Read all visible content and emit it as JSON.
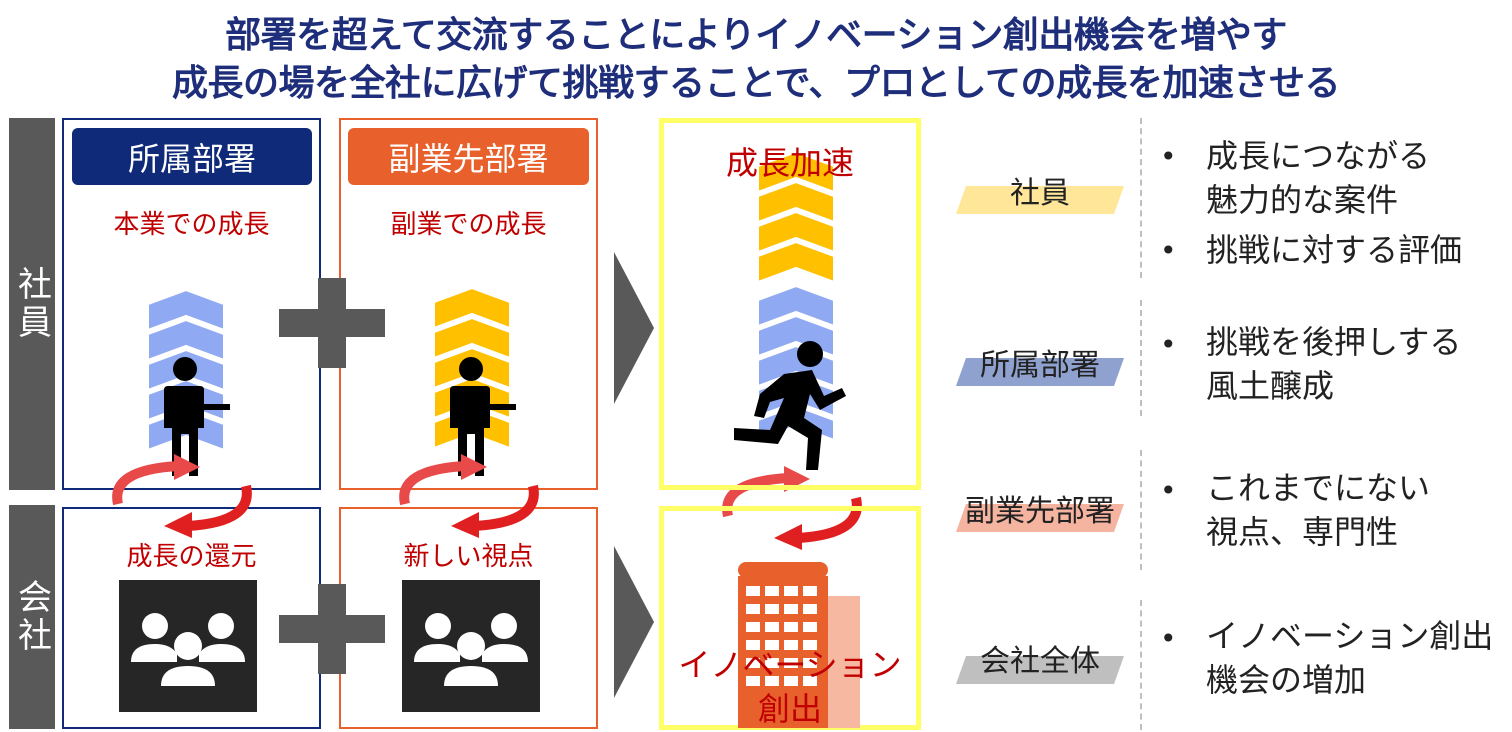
{
  "title": {
    "line1": "部署を超えて交流することによりイノベーション創出機会を増やす",
    "line2": "成長の場を全社に広げて挑戦することで、プロとしての成長を加速させる"
  },
  "rows": {
    "employee": "社員",
    "company": "会社"
  },
  "col_home": {
    "header": "所属部署",
    "growth": "本業での成長",
    "return": "成長の還元"
  },
  "col_side": {
    "header": "副業先部署",
    "growth": "副業での成長",
    "perspective": "新しい視点"
  },
  "result": {
    "growth": "成長加速",
    "innovation_line1": "イノベーション",
    "innovation_line2": "創出"
  },
  "benefits": [
    {
      "label": "社員",
      "color": "#FFE699",
      "items": [
        [
          "成長につながる",
          "魅力的な案件"
        ],
        [
          "挑戦に対する評価"
        ]
      ]
    },
    {
      "label": "所属部署",
      "color": "#8FA2CF",
      "items": [
        [
          "挑戦を後押しする",
          "風土醸成"
        ]
      ]
    },
    {
      "label": "副業先部署",
      "color": "#F4B4A0",
      "items": [
        [
          "これまでにない",
          "視点、専門性"
        ]
      ]
    },
    {
      "label": "会社全体",
      "color": "#BFBFBF",
      "items": [
        [
          "イノベーション創出",
          "機会の増加"
        ]
      ]
    }
  ],
  "colors": {
    "navy": "#0E2A78",
    "orange": "#E8602C",
    "title": "#1F2E7A",
    "red_text": "#C00000",
    "blue_chevron": "#8FAAF2",
    "gold_chevron": "#FFC000",
    "yellow_frame": "#FFFF66",
    "gray_label": "#595959"
  },
  "icons": [
    "person-icon",
    "running-person-icon",
    "group-icon",
    "building-icon",
    "plus-icon",
    "cycle-arrows-icon",
    "chevron-arrow-icon"
  ]
}
